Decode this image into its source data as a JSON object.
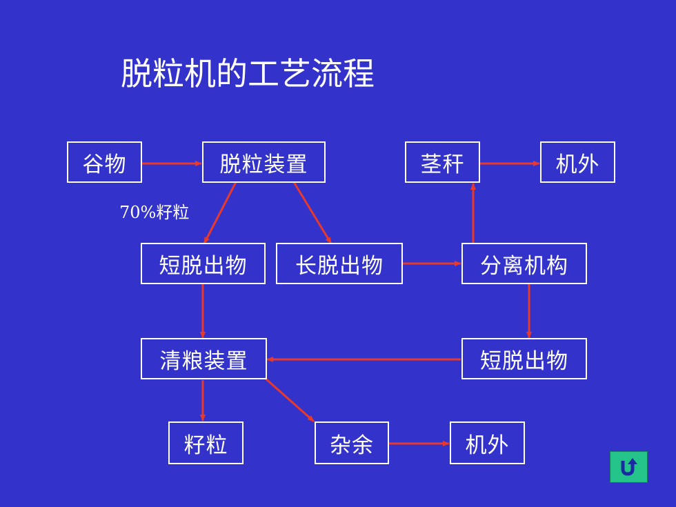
{
  "title": "脱粒机的工艺流程",
  "nodes": {
    "grain": "谷物",
    "threshing_device": "脱粒装置",
    "stalk": "茎秆",
    "outside_top": "机外",
    "short_product_left": "短脱出物",
    "long_product": "长脱出物",
    "separation_mechanism": "分离机构",
    "cleaning_device": "清粮装置",
    "short_product_right": "短脱出物",
    "seed_grain": "籽粒",
    "impurities": "杂余",
    "outside_bottom": "机外"
  },
  "edge_labels": {
    "seventy_percent": "70%籽粒"
  },
  "colors": {
    "background": "#3333cc",
    "arrow": "#e8392b",
    "box_border": "#ffffff",
    "text": "#ffffff",
    "return_button": "#24c38a"
  },
  "icons": {
    "return_button": "u-turn-arrow-icon"
  }
}
